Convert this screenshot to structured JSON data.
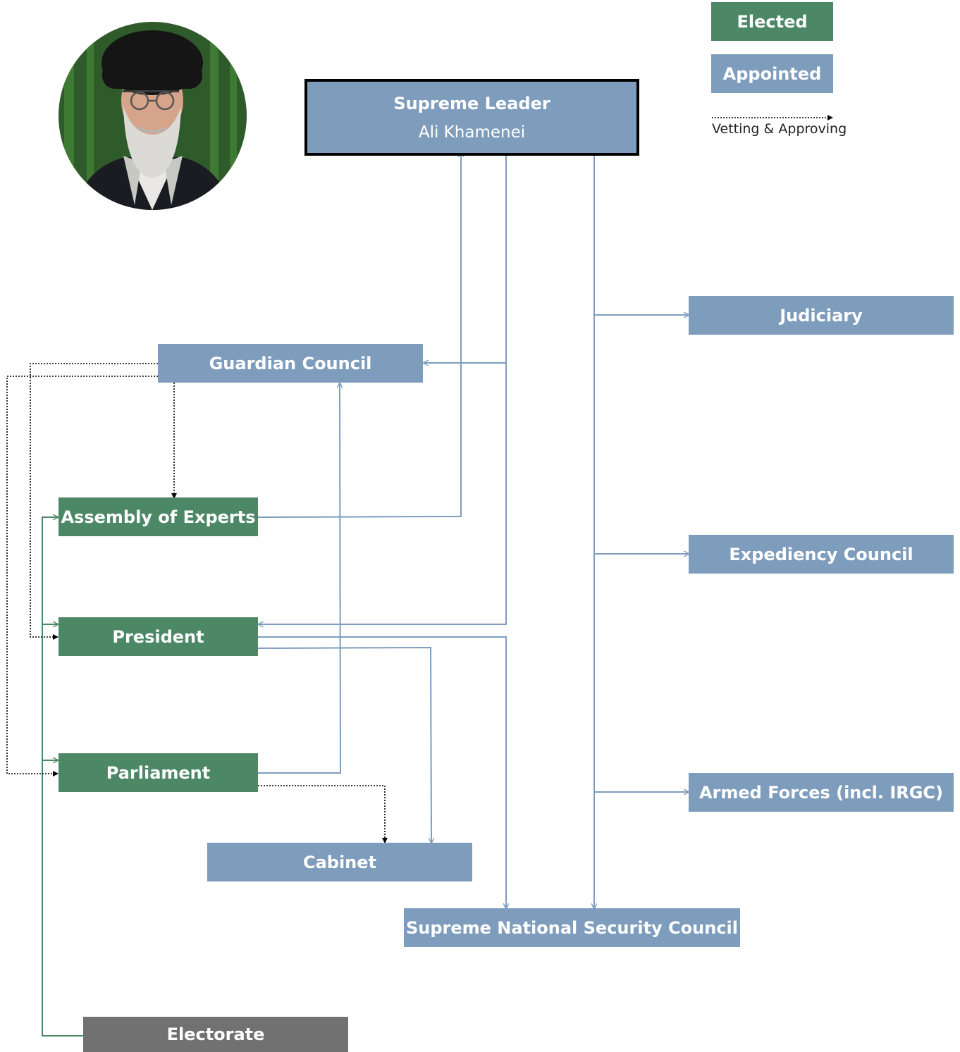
{
  "legend": {
    "elected": "Elected",
    "appointed": "Appointed",
    "vetting": "Vetting & Approving"
  },
  "leader": {
    "title": "Supreme Leader",
    "name": "Ali Khamenei"
  },
  "nodes": {
    "judiciary": "Judiciary",
    "guardian_council": "Guardian Council",
    "assembly_of_experts": "Assembly of Experts",
    "expediency_council": "Expediency Council",
    "president": "President",
    "parliament": "Parliament",
    "armed_forces": "Armed Forces (incl. IRGC)",
    "cabinet": "Cabinet",
    "snsc": "Supreme National Security Council",
    "electorate": "Electorate"
  },
  "colors": {
    "appointed": "#7e9cbc",
    "elected": "#4c8866",
    "electorate": "#717171",
    "appointed_line": "#7e9cbc",
    "elected_line": "#4c8866",
    "vetting_line": "#000000"
  }
}
